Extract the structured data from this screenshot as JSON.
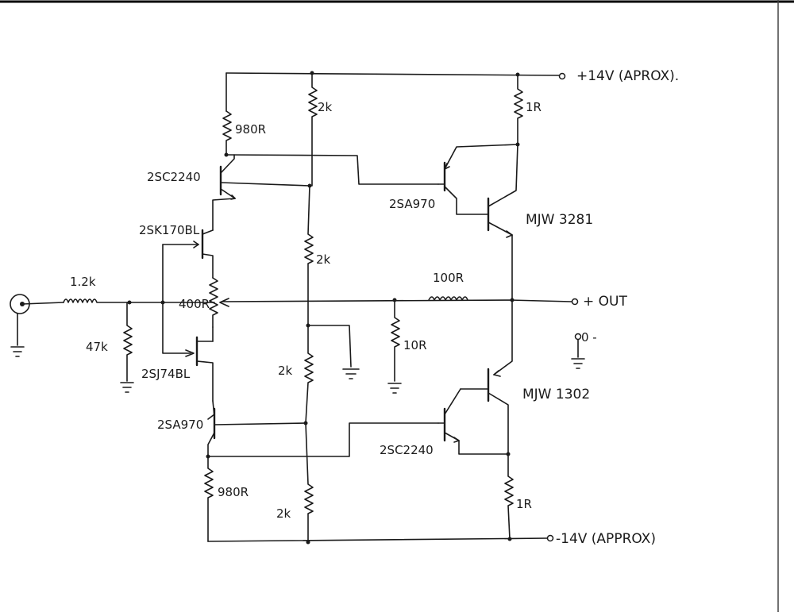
{
  "rails": {
    "positive": "+14V (APROX).",
    "negative": "-14V (APPROX)",
    "output": "+ OUT",
    "ground": "0 -"
  },
  "resistors": {
    "r_input": "1.2k",
    "r_input_shunt": "47k",
    "r_top_left": "980R",
    "r_top_mid": "2k",
    "r_emitter_top": "1R",
    "r_bias_upper": "2k",
    "r_pot": "400R",
    "r_bias_lower": "2k",
    "r_bot_mid": "2k",
    "r_bot_left": "980R",
    "r_emitter_bot": "1R",
    "r_series_out": "100R",
    "r_feedback": "10R"
  },
  "transistors": {
    "q1": "2SC2240",
    "q2": "2SK170BL",
    "q3": "2SJ74BL",
    "q4": "2SA970",
    "q5": "2SA970",
    "q6": "MJW 3281",
    "q7": "2SC2240",
    "q8": "MJW 1302"
  }
}
